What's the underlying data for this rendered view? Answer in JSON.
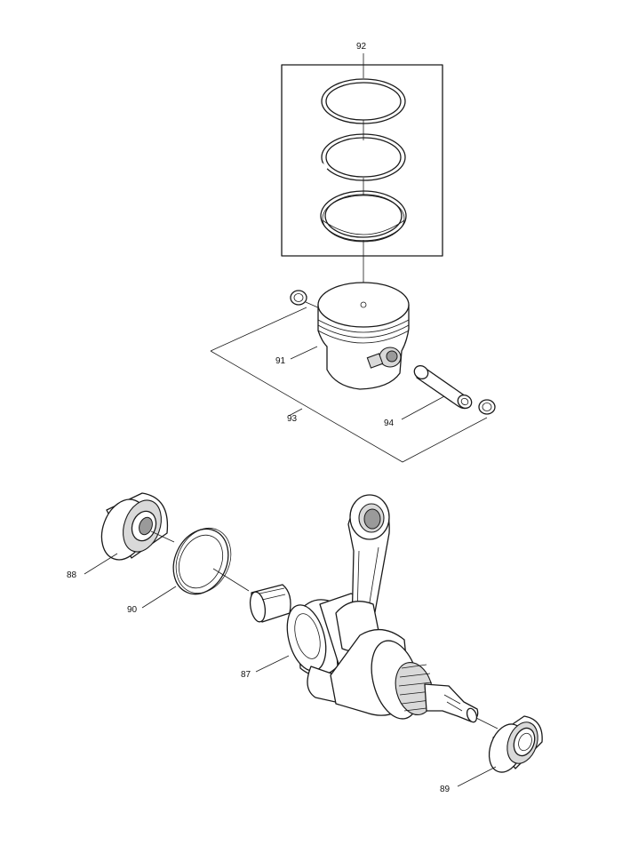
{
  "diagram": {
    "part_labels": {
      "crankshaft": "87",
      "bearing_left": "88",
      "oil_seal_right": "89",
      "washer": "90",
      "piston": "91",
      "piston_ring_set": "92",
      "piston_assembly": "93",
      "piston_pin": "94"
    },
    "line_color": "#1a1a1a",
    "background": "#ffffff"
  }
}
